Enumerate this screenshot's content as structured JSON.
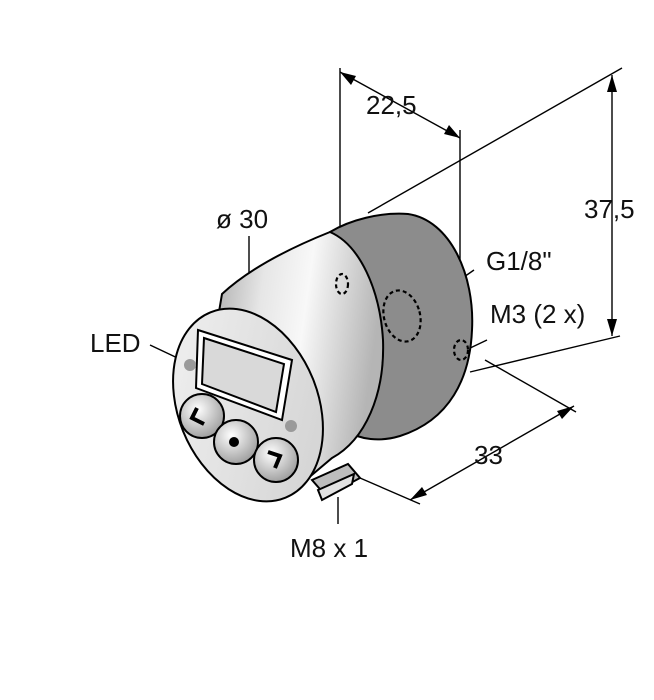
{
  "dimensions": {
    "depth": "22,5",
    "height": "37,5",
    "diameter": "ø 30",
    "length": "33"
  },
  "callouts": {
    "led": "LED",
    "port_thread": "G1/8\"",
    "mount_holes": "M3 (2 x)",
    "connector": "M8 x 1"
  },
  "colors": {
    "housing_body": "#8c8c8c",
    "front_cap_light": "#f4f4f4",
    "front_cap_dark": "#a9a9a9",
    "display": "#d9d9d9",
    "led": "#9a9a9a",
    "line": "#000000"
  }
}
